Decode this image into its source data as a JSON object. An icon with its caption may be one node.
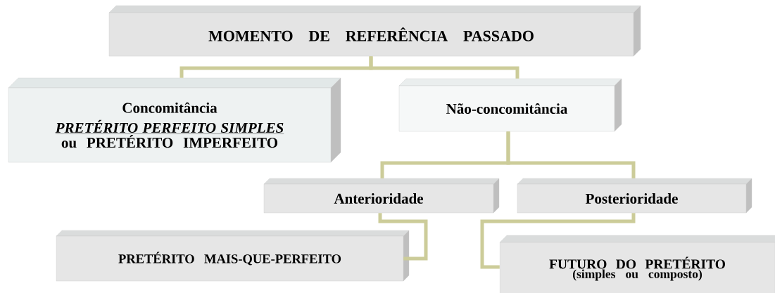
{
  "diagram": {
    "nodes": [
      {
        "text": [
          "MOMENTO DE REFERÊNCIA PASSADO"
        ]
      },
      {
        "text": [
          "Concomitância",
          "PRETÉRITO PERFEITO SIMPLES",
          "ou PRETÉRITO IMPERFEITO"
        ]
      },
      {
        "text": [
          "Não-concomitância"
        ]
      },
      {
        "text": [
          "Anterioridade"
        ]
      },
      {
        "text": [
          "Posterioridade"
        ]
      },
      {
        "text": [
          "PRETÉRITO MAIS-QUE-PERFEITO"
        ]
      },
      {
        "text": [
          "FUTURO DO PRETÉRITO",
          "(simples ou composto)"
        ]
      }
    ],
    "edges": [
      {
        "from": 0,
        "to": 1,
        "arrow": "none"
      },
      {
        "from": 0,
        "to": 2,
        "arrow": "none"
      },
      {
        "from": 2,
        "to": 3,
        "arrow": "none"
      },
      {
        "from": 2,
        "to": 4,
        "arrow": "none"
      },
      {
        "from": 3,
        "to": 5,
        "arrow": "none"
      },
      {
        "from": 4,
        "to": 6,
        "arrow": "none"
      }
    ]
  }
}
